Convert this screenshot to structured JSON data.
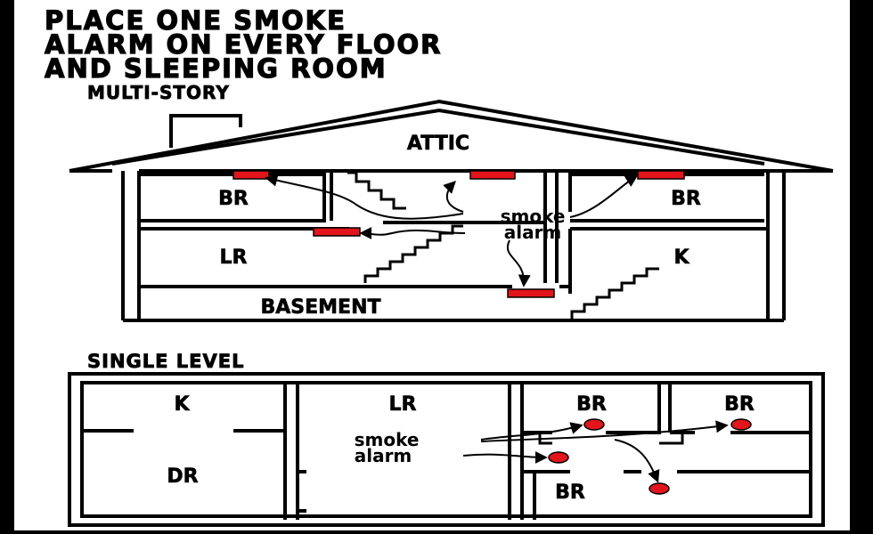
{
  "headline": [
    "PLACE ONE SMOKE",
    "ALARM ON EVERY FLOOR",
    "AND SLEEPING ROOM"
  ],
  "multi_story": {
    "heading": "MULTI-STORY",
    "rooms": {
      "attic": "ATTIC",
      "bedroom_left": "BR",
      "bedroom_right": "BR",
      "living_room": "LR",
      "kitchen": "K",
      "basement": "BASEMENT"
    },
    "callout": [
      "smoke",
      "alarm"
    ]
  },
  "single_level": {
    "heading": "SINGLE LEVEL",
    "rooms": {
      "kitchen": "K",
      "living_room": "LR",
      "bedroom_1": "BR",
      "bedroom_2": "BR",
      "dining_room": "DR",
      "bedroom_3": "BR"
    },
    "callout": [
      "smoke",
      "alarm"
    ]
  },
  "colors": {
    "alarm": "#e3141b",
    "ink": "#000000",
    "paper": "#ffffff",
    "frame": "#000000"
  }
}
